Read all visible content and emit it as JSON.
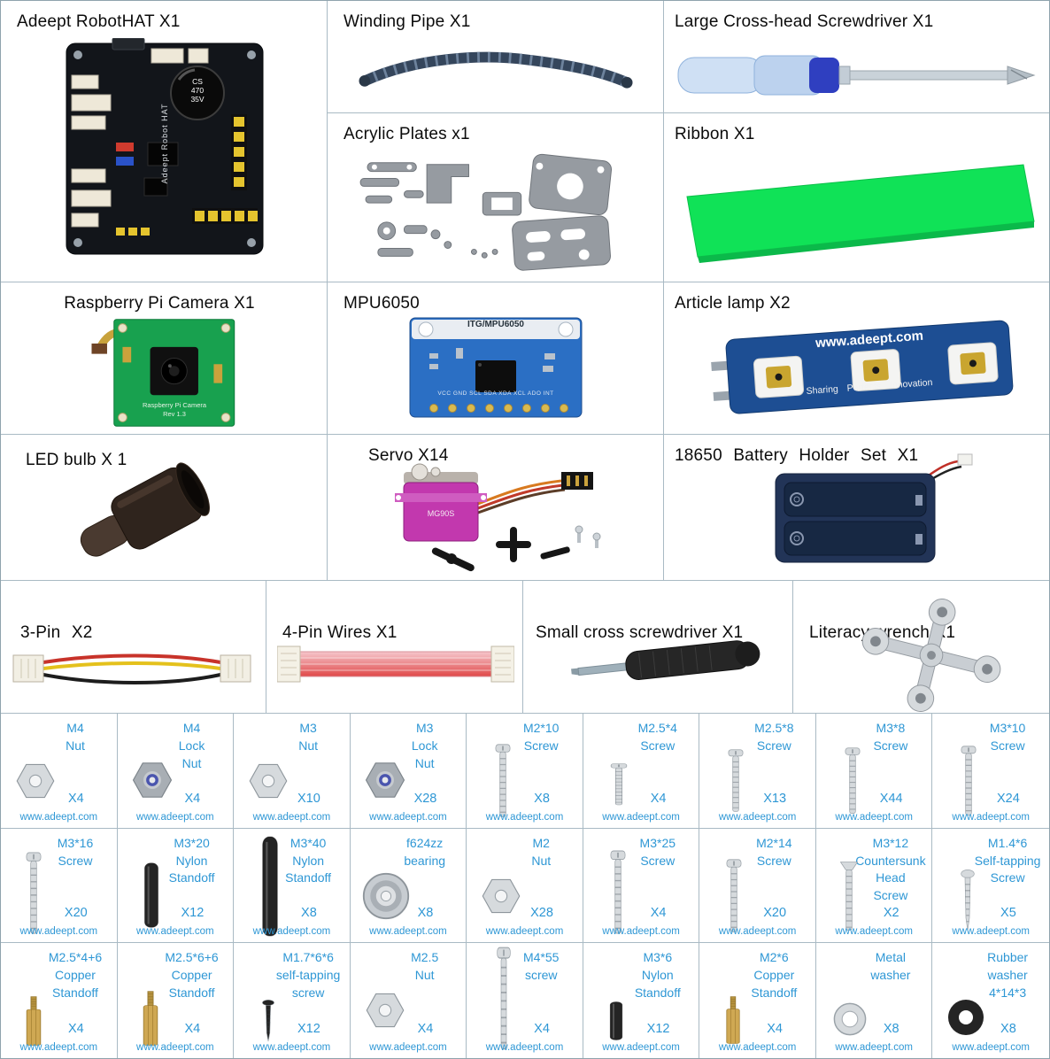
{
  "shared": {
    "site": "www.adeept.com"
  },
  "colors": {
    "hardware_text": "#2e97d5",
    "grid_line": "#a9bac4",
    "ribbon_green": "#10e257",
    "camera_pcb_green": "#18a14f",
    "mpu_board_blue": "#2b6fc4",
    "lamp_bar_blue": "#1d4e93",
    "servo_magenta": "#c238ae",
    "screwdriver_handle_blue": "#2f3fc0"
  },
  "panels": {
    "robothat": {
      "label": "Adeept RobotHAT X1",
      "board_text": "Adeept Robot HAT",
      "cap_text": "CS\n470\n35V"
    },
    "winding_pipe": {
      "label": "Winding Pipe X1"
    },
    "screwdriver_large": {
      "label": "Large Cross-head Screwdriver X1"
    },
    "acrylic_plates": {
      "label": "Acrylic Plates x1"
    },
    "ribbon": {
      "label": "Ribbon X1"
    },
    "camera": {
      "label": "Raspberry Pi Camera X1",
      "board_text": "Raspberry Pi Camera\nRev 1.3"
    },
    "mpu6050": {
      "label": "MPU6050",
      "board_text": "ITG/MPU6050",
      "pin_labels": "VCC GND SCL SDA XDA XCL ADO INT"
    },
    "article_lamp": {
      "label": "Article lamp X2",
      "site_text": "www.adeept.com",
      "slogan": "Sharing Perfects Innovation"
    },
    "led_bulb": {
      "label": "LED bulb X 1"
    },
    "servo": {
      "label": "Servo X14",
      "body_text": "MG90S"
    },
    "battery_holder": {
      "label": "18650 Battery Holder Set X1"
    },
    "pin3": {
      "label": "3-Pin X2"
    },
    "pin4": {
      "label": "4-Pin Wires X1"
    },
    "screwdriver_small": {
      "label": "Small cross screwdriver X1"
    },
    "wrench": {
      "label": "Literacy wrench X1"
    }
  },
  "hardware": [
    [
      {
        "name": "M4\nNut",
        "qty": "X4",
        "icon": "hex-nut"
      },
      {
        "name": "M4\nLock\nNut",
        "qty": "X4",
        "icon": "lock-nut"
      },
      {
        "name": "M3\nNut",
        "qty": "X10",
        "icon": "hex-nut"
      },
      {
        "name": "M3\nLock\nNut",
        "qty": "X28",
        "icon": "lock-nut"
      },
      {
        "name": "M2*10\nScrew",
        "qty": "X8",
        "icon": "machine-screw"
      },
      {
        "name": "M2.5*4\nScrew",
        "qty": "X4",
        "icon": "machine-screw"
      },
      {
        "name": "M2.5*8\nScrew",
        "qty": "X13",
        "icon": "machine-screw"
      },
      {
        "name": "M3*8\nScrew",
        "qty": "X44",
        "icon": "machine-screw"
      },
      {
        "name": "M3*10\nScrew",
        "qty": "X24",
        "icon": "machine-screw"
      }
    ],
    [
      {
        "name": "M3*16\nScrew",
        "qty": "X20",
        "icon": "machine-screw"
      },
      {
        "name": "M3*20\nNylon\nStandoff",
        "qty": "X12",
        "icon": "nylon-standoff"
      },
      {
        "name": "M3*40\nNylon\nStandoff",
        "qty": "X8",
        "icon": "nylon-standoff"
      },
      {
        "name": "f624zz\nbearing",
        "qty": "X8",
        "icon": "ball-bearing"
      },
      {
        "name": "M2\nNut",
        "qty": "X28",
        "icon": "hex-nut"
      },
      {
        "name": "M3*25\nScrew",
        "qty": "X4",
        "icon": "machine-screw"
      },
      {
        "name": "M2*14\nScrew",
        "qty": "X20",
        "icon": "machine-screw"
      },
      {
        "name": "M3*12\nCountersunk\nHead\nScrew",
        "qty": "X2",
        "icon": "countersunk-screw"
      },
      {
        "name": "M1.4*6\nSelf-tapping\nScrew",
        "qty": "X5",
        "icon": "self-tapping-screw"
      }
    ],
    [
      {
        "name": "M2.5*4+6\nCopper\nStandoff",
        "qty": "X4",
        "icon": "copper-standoff"
      },
      {
        "name": "M2.5*6+6\nCopper\nStandoff",
        "qty": "X4",
        "icon": "copper-standoff"
      },
      {
        "name": "M1.7*6*6\nself-tapping\nscrew",
        "qty": "X12",
        "icon": "self-tapping-screw"
      },
      {
        "name": "M2.5\nNut",
        "qty": "X4",
        "icon": "hex-nut"
      },
      {
        "name": "M4*55\nscrew",
        "qty": "X4",
        "icon": "machine-screw"
      },
      {
        "name": "M3*6\nNylon\nStandoff",
        "qty": "X12",
        "icon": "nylon-standoff"
      },
      {
        "name": "M2*6\nCopper\nStandoff",
        "qty": "X4",
        "icon": "copper-standoff"
      },
      {
        "name": "Metal\nwasher",
        "qty": "X8",
        "icon": "metal-washer"
      },
      {
        "name": "Rubber\nwasher\n4*14*3",
        "qty": "X8",
        "icon": "rubber-washer"
      }
    ]
  ]
}
